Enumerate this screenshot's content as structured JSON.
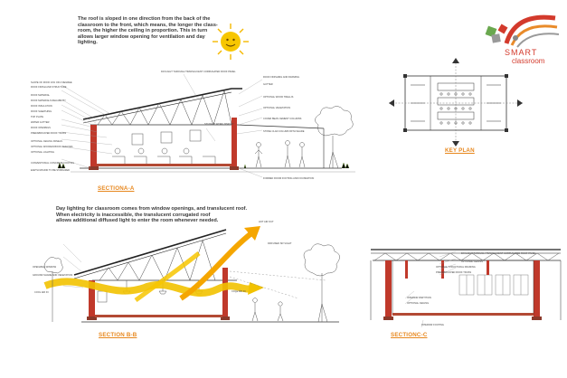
{
  "blurb_a": {
    "line1": "The roof is sloped in one direction from the back of the",
    "line2": "classroom to the front, which means, the longer the class-",
    "line3": "room, the higher the ceiling in proportion. This in turn",
    "line4": "allows larger window opening for ventilation and day",
    "line5": "lighting."
  },
  "blurb_b": {
    "line1": "Day lighting for classroom comes from window openings, and translucent roof.",
    "line2": "When electricity is inaccessible, the translucent corrugated roof",
    "line3": "allows additional diffused light to enter the room whenever needed."
  },
  "sections": {
    "a": "SECTIONA-A",
    "b": "SECTION B-B",
    "c": "SECTIONC-C",
    "key": "KEY PLAN"
  },
  "logo": {
    "smart": "SMART",
    "classroom": "classroom"
  },
  "labels_a_left": [
    "SLOPE OF ROOF 10% OR 2 DEGREE",
    "ROOF FINISH AND STRUCTURE",
    "ROOF MATERIAL",
    "ROOF MATERIALS RELIABILITY",
    "ROOF INSULATION",
    "ROOF SHEATHING",
    "TOP PLATE",
    "WATER GUTTER",
    "ROOF OPENINGS",
    "PREFABRICATED ROOF TRUSS",
    "OPTIONAL CEILING PANELS",
    "OPTIONAL WOODEN BOOK SHELVES",
    "OPTIONAL LIGHTING",
    "CONVENTIONAL CONCRETE FOOTING",
    "EARTH MOUND TO BE STABILIZED"
  ],
  "labels_a_right": [
    "DAYLIGHT THROUGH TRANSLUCENT CORRUGATED ROOF PANEL",
    "ROOF FINISHING AND FRAMING",
    "GUTTER",
    "OPTIONAL WOOD TRELLIS",
    "OPTIONAL VEGETATION",
    "COVER BEAN CEMENT COLUMNS",
    "STONE CLAD COLUMN WITH SHADE",
    "STUDENT WORK DISPLAY",
    "FORMED ROOM FOOTING AND FOUNDATION"
  ],
  "labels_b": [
    "HOT AIR OUT",
    "DIFFUSED SKYLIGHT",
    "OPENABLE WINDOW",
    "GROUND SHADE AND VEGETATION",
    "COOL AIR IN",
    "COOL AIR IN"
  ],
  "labels_c": [
    "DAYLIGHT THROUGH TRANSLUCENT CORRUGATED ROOF PANEL",
    "OPTIONAL CEILING",
    "OPTIONAL STRUCTURAL FRAMING",
    "PREFABRICATED ROOF TRUSS",
    "INTERIOR PARTITION",
    "OPTIONAL CEILING",
    "INTERIOR FOOTING"
  ],
  "colors": {
    "accent": "#e7871d",
    "column": "#c0392b",
    "wall": "#8b3a2b",
    "air_cool": "#f2c200",
    "air_hot": "#f5a600",
    "line": "#333333"
  }
}
